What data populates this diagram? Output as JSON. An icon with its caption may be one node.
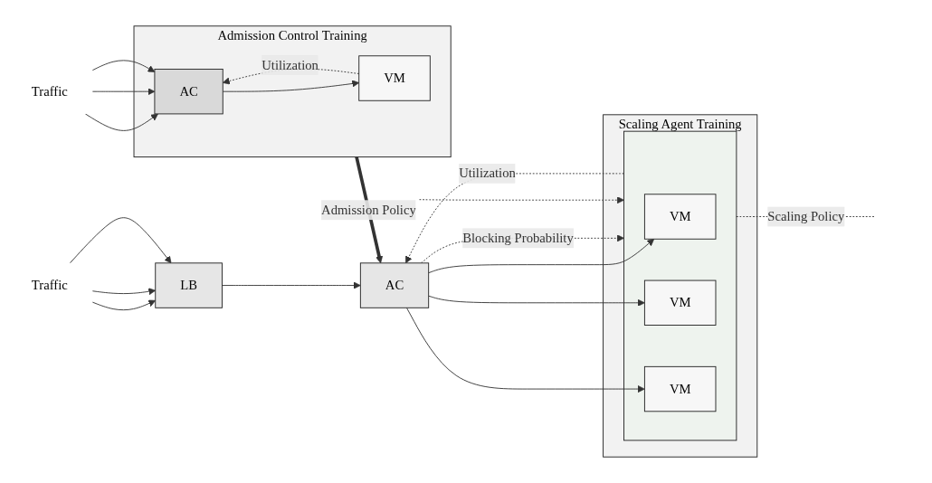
{
  "diagram": {
    "nodes": [
      {
        "text": [
          "Traffic"
        ]
      },
      {
        "text": [
          "Admission Control Training"
        ]
      },
      {
        "text": [
          "AC"
        ],
        "in": 1
      },
      {
        "text": [
          "VM"
        ],
        "in": 1
      },
      {
        "text": [
          "Traffic"
        ]
      },
      {
        "text": [
          "LB"
        ]
      },
      {
        "text": [
          "AC"
        ]
      },
      {
        "text": [
          "Scaling Agent Training"
        ]
      },
      {
        "text": [],
        "shape": "box",
        "in": 7
      },
      {
        "text": [
          "VM"
        ],
        "in": 8
      },
      {
        "text": [
          "VM"
        ],
        "in": 8
      },
      {
        "text": [
          "VM"
        ],
        "in": 8
      }
    ],
    "edges": [
      {
        "from": 0,
        "to": 2,
        "arrow": "to"
      },
      {
        "from": 0,
        "to": 2,
        "arrow": "to"
      },
      {
        "from": 0,
        "to": 2,
        "arrow": "to"
      },
      {
        "from": 2,
        "to": 3,
        "arrow": "to"
      },
      {
        "from": 3,
        "to": 2,
        "arrow": "to",
        "label": "Utilization",
        "style": "dashed"
      },
      {
        "from": 1,
        "to": 6,
        "arrow": "to",
        "label": "Admission Policy",
        "style": "thick"
      },
      {
        "from": 4,
        "to": 5,
        "arrow": "to"
      },
      {
        "from": 4,
        "to": 5,
        "arrow": "to"
      },
      {
        "from": 4,
        "to": 5,
        "arrow": "to"
      },
      {
        "from": 5,
        "to": 6,
        "arrow": "to"
      },
      {
        "from": 6,
        "to": 9,
        "arrow": "to"
      },
      {
        "from": 6,
        "to": 10,
        "arrow": "to"
      },
      {
        "from": 6,
        "to": 11,
        "arrow": "to"
      },
      {
        "from": 8,
        "to": 6,
        "arrow": "to",
        "label": "Utilization",
        "style": "dashed"
      },
      {
        "from": 6,
        "to": 8,
        "arrow": "to",
        "label": "Blocking Probability",
        "style": "dashed"
      },
      {
        "from": 8,
        "to": null,
        "arrow": "none",
        "label": "Scaling Policy",
        "style": "dashed"
      },
      {
        "from": null,
        "to": 8,
        "arrow": "to",
        "style": "dashed"
      }
    ]
  }
}
